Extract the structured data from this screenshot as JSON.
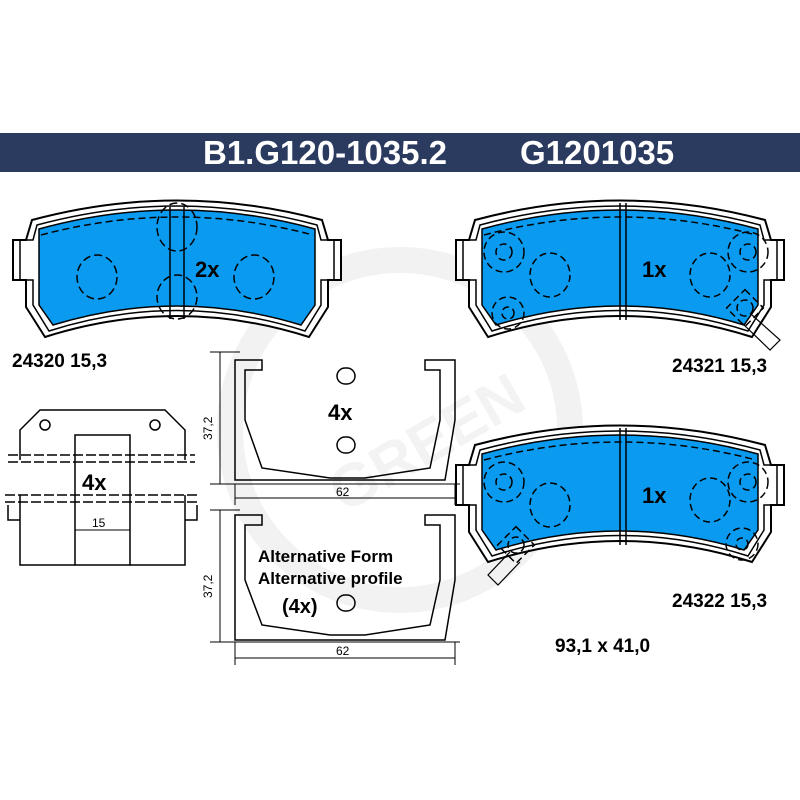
{
  "header": {
    "article_number": "B1.G120-1035.2",
    "reference_number": "G1201035"
  },
  "watermark": {
    "logo_text": "GREEN"
  },
  "colors": {
    "header_bg": "#2b3a5f",
    "pad_fill": "#0a9bf0"
  },
  "pads": [
    {
      "quantity": "2x",
      "label": "24320 15,3"
    },
    {
      "quantity": "1x",
      "label": "24321 15,3"
    },
    {
      "quantity": "1x",
      "label": "24322 15,3"
    }
  ],
  "clip": {
    "quantity": "4x",
    "dimension": "15"
  },
  "spring": {
    "quantity": "4x",
    "height": "37,2",
    "width": "62"
  },
  "spring_alt": {
    "title_1": "Alternative Form",
    "title_2": "Alternative profile",
    "quantity": "(4x)",
    "height": "37,2",
    "width": "62"
  },
  "pad_dimensions": "93,1 x 41,0"
}
